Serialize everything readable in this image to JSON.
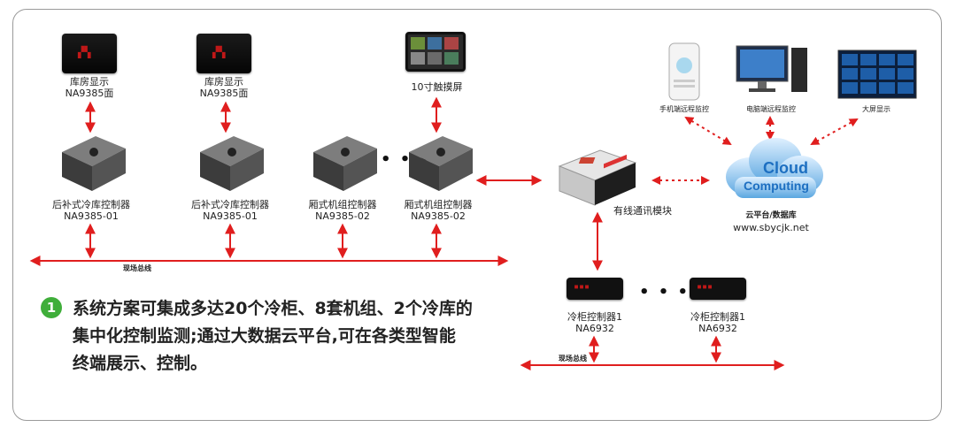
{
  "panel_displays": [
    {
      "label1": "库房显示",
      "label2": "NA9385面"
    },
    {
      "label1": "库房显示",
      "label2": "NA9385面"
    }
  ],
  "touchscreen": {
    "label": "10寸触摸屏"
  },
  "controllers": [
    {
      "label1": "后补式冷库控制器",
      "label2": "NA9385-01"
    },
    {
      "label1": "后补式冷库控制器",
      "label2": "NA9385-01"
    },
    {
      "label1": "厢式机组控制器",
      "label2": "NA9385-02"
    },
    {
      "label1": "厢式机组控制器",
      "label2": "NA9385-02"
    }
  ],
  "ellipsis": "• • •",
  "bus_left": {
    "label": "现场总线"
  },
  "bus_right": {
    "label": "现场总线"
  },
  "comm_module": {
    "label": "有线通讯模块"
  },
  "cloud": {
    "word1": "Cloud",
    "word2": "Computing",
    "label": "云平台/数据库",
    "url": "www.sbycjk.net"
  },
  "terminals": [
    {
      "label": "手机端远程监控"
    },
    {
      "label": "电脑端远程监控"
    },
    {
      "label": "大屏显示"
    }
  ],
  "cabinet_controllers": [
    {
      "label1": "冷柜控制器1",
      "label2": "NA6932"
    },
    {
      "label1": "冷柜控制器1",
      "label2": "NA6932"
    }
  ],
  "description": {
    "badge": "1",
    "line1": "系统方案可集成多达20个冷柜、8套机组、2个冷库的",
    "line2": "集中化控制监测;通过大数据云平台,可在各类型智能",
    "line3": "终端展示、控制。"
  },
  "colors": {
    "arrow": "#e01e1e",
    "badge": "#3fae3a",
    "cloud": "#3a8fd6",
    "frame": "#9a9a9a"
  }
}
